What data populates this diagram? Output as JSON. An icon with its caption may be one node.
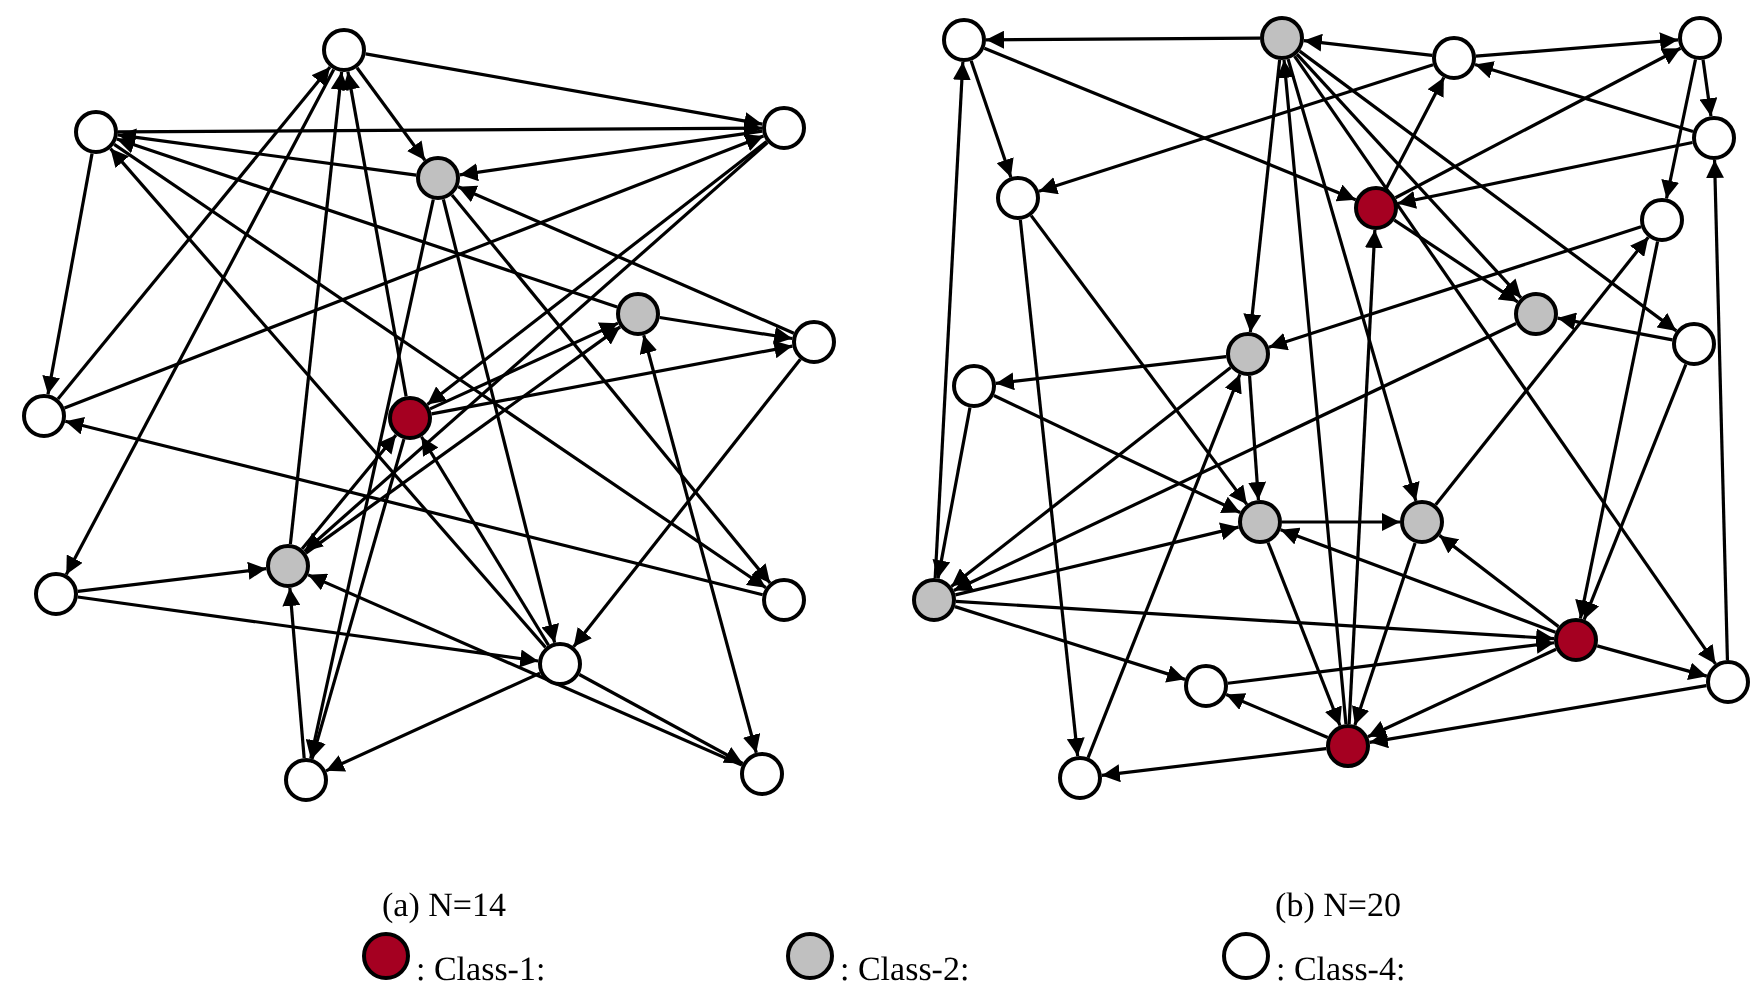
{
  "diagram": {
    "nodes": [
      {
        "text": [],
        "shape": "circle"
      },
      {
        "text": [],
        "shape": "circle"
      },
      {
        "text": [],
        "shape": "circle"
      },
      {
        "text": [],
        "shape": "circle"
      },
      {
        "text": [],
        "shape": "circle"
      },
      {
        "text": [],
        "shape": "circle"
      },
      {
        "text": [],
        "shape": "circle"
      },
      {
        "text": [],
        "shape": "circle"
      },
      {
        "text": [],
        "shape": "circle"
      },
      {
        "text": [],
        "shape": "circle"
      },
      {
        "text": [],
        "shape": "circle"
      },
      {
        "text": [],
        "shape": "circle"
      },
      {
        "text": [],
        "shape": "circle"
      },
      {
        "text": [],
        "shape": "circle"
      },
      {
        "text": [],
        "shape": "circle"
      },
      {
        "text": [],
        "shape": "circle"
      },
      {
        "text": [],
        "shape": "circle"
      },
      {
        "text": [],
        "shape": "circle"
      },
      {
        "text": [],
        "shape": "circle"
      },
      {
        "text": [],
        "shape": "circle"
      },
      {
        "text": [],
        "shape": "circle"
      },
      {
        "text": [],
        "shape": "circle"
      },
      {
        "text": [],
        "shape": "circle"
      },
      {
        "text": [],
        "shape": "circle"
      },
      {
        "text": [],
        "shape": "circle"
      },
      {
        "text": [],
        "shape": "circle"
      },
      {
        "text": [],
        "shape": "circle"
      },
      {
        "text": [],
        "shape": "circle"
      },
      {
        "text": [],
        "shape": "circle"
      },
      {
        "text": [],
        "shape": "circle"
      },
      {
        "text": [],
        "shape": "circle"
      },
      {
        "text": [],
        "shape": "circle"
      },
      {
        "text": [],
        "shape": "circle"
      },
      {
        "text": [],
        "shape": "circle"
      }
    ],
    "edges": [
      {
        "from": 0,
        "to": 2,
        "arrow": "to"
      },
      {
        "from": 1,
        "to": 2,
        "arrow": "to"
      },
      {
        "from": 3,
        "to": 1,
        "arrow": "to"
      },
      {
        "from": 0,
        "to": 3,
        "arrow": "to"
      },
      {
        "from": 2,
        "to": 3,
        "arrow": "to"
      },
      {
        "from": 4,
        "to": 1,
        "arrow": "to"
      },
      {
        "from": 5,
        "to": 3,
        "arrow": "to"
      },
      {
        "from": 4,
        "to": 5,
        "arrow": "to"
      },
      {
        "from": 7,
        "to": 5,
        "arrow": "to"
      },
      {
        "from": 7,
        "to": 4,
        "arrow": "to"
      },
      {
        "from": 1,
        "to": 6,
        "arrow": "to"
      },
      {
        "from": 6,
        "to": 2,
        "arrow": "to"
      },
      {
        "from": 6,
        "to": 0,
        "arrow": "to"
      },
      {
        "from": 2,
        "to": 7,
        "arrow": "to"
      },
      {
        "from": 1,
        "to": 10,
        "arrow": "to"
      },
      {
        "from": 11,
        "to": 1,
        "arrow": "to"
      },
      {
        "from": 7,
        "to": 0,
        "arrow": "to"
      },
      {
        "from": 9,
        "to": 0,
        "arrow": "to"
      },
      {
        "from": 10,
        "to": 6,
        "arrow": "to"
      },
      {
        "from": 8,
        "to": 9,
        "arrow": "to"
      },
      {
        "from": 8,
        "to": 11,
        "arrow": "to"
      },
      {
        "from": 12,
        "to": 9,
        "arrow": "to"
      },
      {
        "from": 11,
        "to": 12,
        "arrow": "to"
      },
      {
        "from": 13,
        "to": 9,
        "arrow": "to"
      },
      {
        "from": 11,
        "to": 13,
        "arrow": "to"
      },
      {
        "from": 3,
        "to": 12,
        "arrow": "to"
      },
      {
        "from": 3,
        "to": 10,
        "arrow": "to"
      },
      {
        "from": 4,
        "to": 13,
        "arrow": "both"
      },
      {
        "from": 9,
        "to": 4,
        "arrow": "to"
      },
      {
        "from": 9,
        "to": 7,
        "arrow": "to"
      },
      {
        "from": 5,
        "to": 11,
        "arrow": "to"
      },
      {
        "from": 0,
        "to": 8,
        "arrow": "to"
      },
      {
        "from": 2,
        "to": 9,
        "arrow": "to"
      },
      {
        "from": 3,
        "to": 11,
        "arrow": "to"
      },
      {
        "from": 11,
        "to": 7,
        "arrow": "to"
      },
      {
        "from": 7,
        "to": 12,
        "arrow": "to"
      },
      {
        "from": 15,
        "to": 14,
        "arrow": "to"
      },
      {
        "from": 16,
        "to": 15,
        "arrow": "to"
      },
      {
        "from": 16,
        "to": 17,
        "arrow": "to"
      },
      {
        "from": 14,
        "to": 19,
        "arrow": "to"
      },
      {
        "from": 14,
        "to": 20,
        "arrow": "to"
      },
      {
        "from": 17,
        "to": 18,
        "arrow": "to"
      },
      {
        "from": 16,
        "to": 19,
        "arrow": "to"
      },
      {
        "from": 18,
        "to": 16,
        "arrow": "to"
      },
      {
        "from": 18,
        "to": 20,
        "arrow": "to"
      },
      {
        "from": 20,
        "to": 16,
        "arrow": "to"
      },
      {
        "from": 20,
        "to": 17,
        "arrow": "to"
      },
      {
        "from": 17,
        "to": 21,
        "arrow": "to"
      },
      {
        "from": 15,
        "to": 24,
        "arrow": "to"
      },
      {
        "from": 15,
        "to": 22,
        "arrow": "to"
      },
      {
        "from": 15,
        "to": 23,
        "arrow": "to"
      },
      {
        "from": 20,
        "to": 22,
        "arrow": "to"
      },
      {
        "from": 23,
        "to": 22,
        "arrow": "to"
      },
      {
        "from": 21,
        "to": 24,
        "arrow": "to"
      },
      {
        "from": 24,
        "to": 25,
        "arrow": "to"
      },
      {
        "from": 19,
        "to": 26,
        "arrow": "to"
      },
      {
        "from": 19,
        "to": 33,
        "arrow": "to"
      },
      {
        "from": 25,
        "to": 28,
        "arrow": "to"
      },
      {
        "from": 28,
        "to": 14,
        "arrow": "to"
      },
      {
        "from": 28,
        "to": 26,
        "arrow": "to"
      },
      {
        "from": 28,
        "to": 29,
        "arrow": "to"
      },
      {
        "from": 28,
        "to": 30,
        "arrow": "to"
      },
      {
        "from": 30,
        "to": 29,
        "arrow": "to"
      },
      {
        "from": 32,
        "to": 30,
        "arrow": "to"
      },
      {
        "from": 32,
        "to": 33,
        "arrow": "to"
      },
      {
        "from": 33,
        "to": 24,
        "arrow": "to"
      },
      {
        "from": 26,
        "to": 27,
        "arrow": "to"
      },
      {
        "from": 24,
        "to": 26,
        "arrow": "to"
      },
      {
        "from": 26,
        "to": 32,
        "arrow": "to"
      },
      {
        "from": 27,
        "to": 32,
        "arrow": "to"
      },
      {
        "from": 29,
        "to": 27,
        "arrow": "to"
      },
      {
        "from": 29,
        "to": 26,
        "arrow": "to"
      },
      {
        "from": 29,
        "to": 32,
        "arrow": "to"
      },
      {
        "from": 29,
        "to": 31,
        "arrow": "to"
      },
      {
        "from": 31,
        "to": 32,
        "arrow": "to"
      },
      {
        "from": 31,
        "to": 18,
        "arrow": "to"
      },
      {
        "from": 23,
        "to": 29,
        "arrow": "to"
      },
      {
        "from": 21,
        "to": 29,
        "arrow": "to"
      },
      {
        "from": 32,
        "to": 20,
        "arrow": "to"
      },
      {
        "from": 32,
        "to": 15,
        "arrow": "to"
      },
      {
        "from": 24,
        "to": 28,
        "arrow": "to"
      },
      {
        "from": 22,
        "to": 28,
        "arrow": "to"
      },
      {
        "from": 27,
        "to": 21,
        "arrow": "to"
      },
      {
        "from": 15,
        "to": 27,
        "arrow": "to"
      },
      {
        "from": 15,
        "to": 31,
        "arrow": "to"
      },
      {
        "from": 25,
        "to": 26,
        "arrow": "to"
      }
    ],
    "labels": [
      "(a) N=14",
      "(b) N=20"
    ],
    "legend": [
      {
        "text": ": Class-1:",
        "color": "#a50021"
      },
      {
        "text": ": Class-2:",
        "color": "#c0c0c0"
      },
      {
        "text": ": Class-4:",
        "color": "#ffffff"
      }
    ]
  }
}
